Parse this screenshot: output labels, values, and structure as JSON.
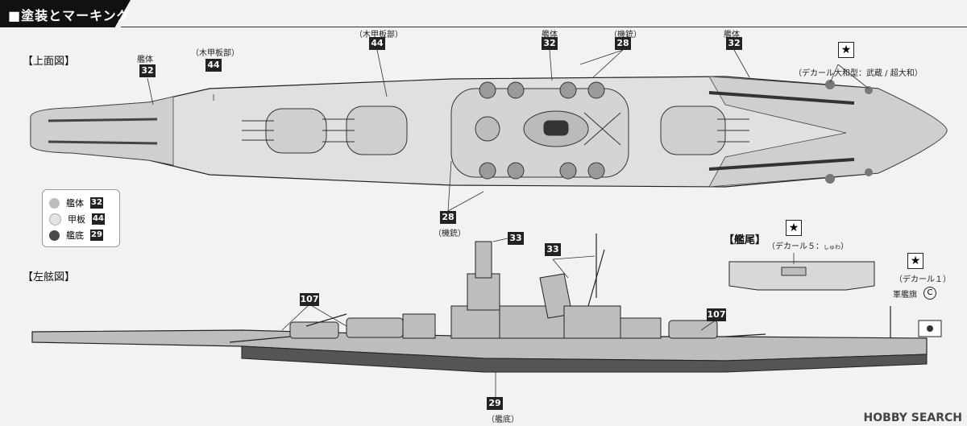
{
  "header": {
    "title": "■塗装とマーキング"
  },
  "views": {
    "top": "【上面図】",
    "side": "【左舷図】",
    "stern": "【艦尾】"
  },
  "callouts": {
    "hull_a": "艦体",
    "hull_b": "艦体",
    "hull_c": "艦体",
    "wood_a": "（木甲板部）",
    "wood_b": "（木甲板部）",
    "mg_top": "（機銃）",
    "mg_bottom": "（機銃）",
    "decal_yamato": "（デカール大和型：武蔵 / 超大和）",
    "decal_stern": "（デカール５：",
    "decal_stern_glyph": "しゅわ",
    "decal_stern_close": "）",
    "decal_1": "（デカール１）",
    "ensign": "軍艦旗",
    "ensign_mark": "C",
    "keel": "（艦底）"
  },
  "badges": {
    "b32a": "32",
    "b44a": "44",
    "b44b": "44",
    "b32b": "32",
    "b28a": "28",
    "b32c": "32",
    "b28b": "28",
    "b33a": "33",
    "b33b": "33",
    "b107a": "107",
    "b107b": "107",
    "b29": "29"
  },
  "legend": [
    {
      "label": "艦体",
      "code": "32",
      "color": "#bdbdbd"
    },
    {
      "label": "甲板",
      "code": "44",
      "color": "#e3e3e3"
    },
    {
      "label": "艦底",
      "code": "29",
      "color": "#4a4a4a"
    }
  ],
  "watermark": "HOBBY SEARCH"
}
